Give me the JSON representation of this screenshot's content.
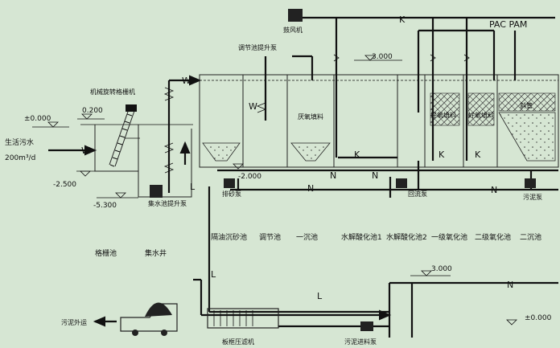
{
  "labels": {
    "domestic_sewage": "生活污水",
    "flow_rate": "200m³/d",
    "lvl_000": "±0.000",
    "lvl_0200": "0.200",
    "lvl_m2500": "-2.500",
    "lvl_m5300": "-5.300",
    "lvl_m2000": "-2.000",
    "lvl_3000_top": "3.000",
    "lvl_3000_bottom": "3.000",
    "lvl_000_right": "±0.000",
    "rotary_screen": "机械旋转格栅机",
    "blower": "鼓风机",
    "regulating_pump": "调节池提升泵",
    "sump_pump": "集水池提升泵",
    "sand_pump": "排砂泵",
    "return_pump": "回流泵",
    "sludge_pump": "污泥泵",
    "anoxic_fill": "厌氧填料",
    "aerobic_fill_1": "好氧填料",
    "aerobic_fill_2": "好氧填料",
    "inclined_tube": "斜管",
    "pac_pam": "PAC PAM",
    "filter_press": "板框压滤机",
    "sludge_feed_pump": "污泥进料泵",
    "sludge_out": "污泥外运"
  },
  "units": [
    "格栅池",
    "集水井",
    "隔油沉砂池",
    "调节池",
    "一沉池",
    "水解酸化池1",
    "水解酸化池2",
    "一级氧化池",
    "二级氧化池",
    "二沉池"
  ],
  "line_codes": {
    "water": "W",
    "air": "K",
    "sludge": "N",
    "drain": "L"
  }
}
